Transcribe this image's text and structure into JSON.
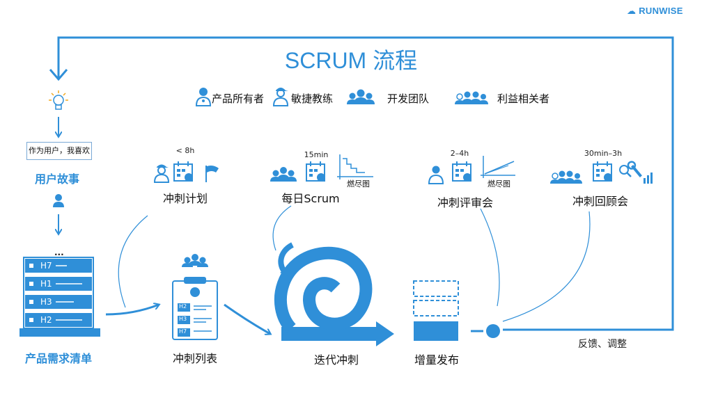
{
  "brand": "RUNWISE",
  "title": "SCRUM 流程",
  "roles": [
    "产品所有者",
    "敏捷教练",
    "开发团队",
    "利益相关者"
  ],
  "user_story": {
    "box_text": "作为用户，我喜欢",
    "label": "用户故事"
  },
  "backlog": {
    "label": "产品需求清单",
    "items": [
      "H7",
      "H1",
      "H3",
      "H2"
    ],
    "dots": "..."
  },
  "sprint_backlog": {
    "label": "冲刺列表",
    "items": [
      "H2",
      "H3",
      "H7"
    ]
  },
  "sprint": {
    "label": "迭代冲刺"
  },
  "increment": {
    "label": "增量发布"
  },
  "feedback": {
    "label": "反馈、调整"
  },
  "phases": [
    {
      "time": "< 8h",
      "label": "冲刺计划"
    },
    {
      "time": "15min",
      "label": "每日Scrum",
      "chart_label": "燃尽图"
    },
    {
      "time": "2–4h",
      "label": "冲刺评审会",
      "chart_label": "燃尽图"
    },
    {
      "time": "30min–3h",
      "label": "冲刺回顾会"
    }
  ],
  "colors": {
    "accent": "#2f8fd8",
    "accent_dark": "#1f76c0"
  },
  "icons": [
    "bulb-icon",
    "person-icon",
    "coach-icon",
    "team-icon",
    "calendar-icon",
    "flag-icon",
    "burndown-chart-icon",
    "growth-chart-icon",
    "magnifier-icon",
    "wrench-icon",
    "clipboard-icon"
  ]
}
